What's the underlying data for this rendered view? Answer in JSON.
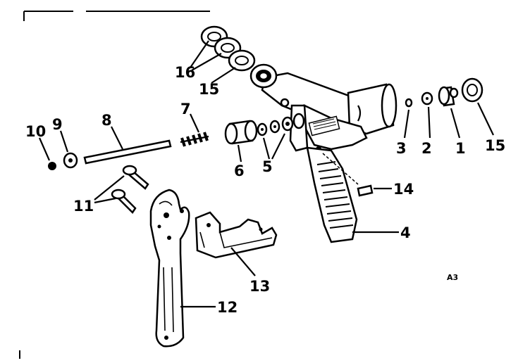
{
  "diagram": {
    "corner_code": "A3",
    "parts": [
      {
        "key": "p1",
        "number": "1"
      },
      {
        "key": "p2",
        "number": "2"
      },
      {
        "key": "p3",
        "number": "3"
      },
      {
        "key": "p4",
        "number": "4"
      },
      {
        "key": "p5",
        "number": "5"
      },
      {
        "key": "p6",
        "number": "6"
      },
      {
        "key": "p7",
        "number": "7"
      },
      {
        "key": "p8",
        "number": "8"
      },
      {
        "key": "p9",
        "number": "9"
      },
      {
        "key": "p10",
        "number": "10"
      },
      {
        "key": "p11",
        "number": "11"
      },
      {
        "key": "p12",
        "number": "12"
      },
      {
        "key": "p13",
        "number": "13"
      },
      {
        "key": "p14",
        "number": "14"
      },
      {
        "key": "p15a",
        "number": "15"
      },
      {
        "key": "p15b",
        "number": "15"
      },
      {
        "key": "p16",
        "number": "16"
      }
    ]
  }
}
